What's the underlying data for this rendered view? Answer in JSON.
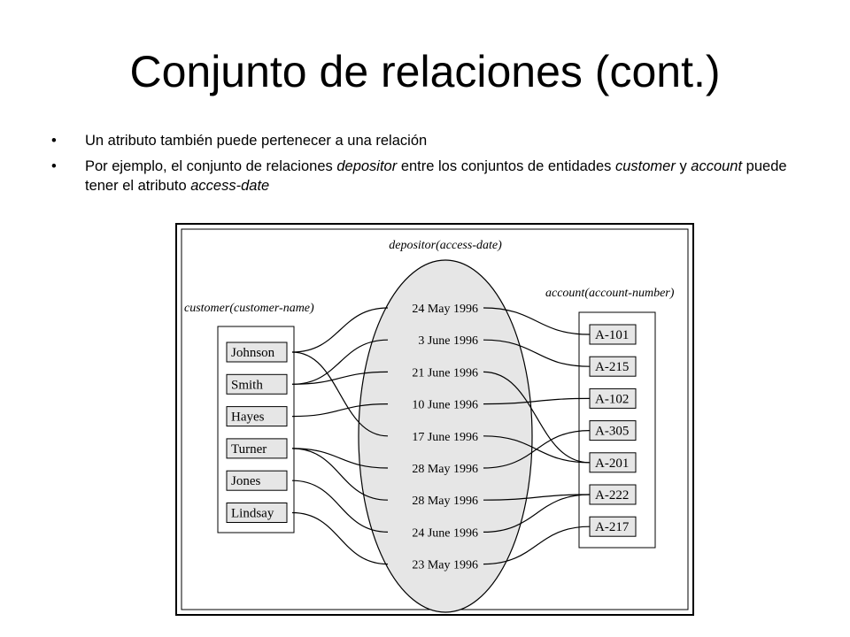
{
  "slide": {
    "title": "Conjunto de relaciones (cont.)",
    "bullets": [
      {
        "marker": "•",
        "parts": [
          "Un atributo también puede pertenecer a una relación"
        ]
      },
      {
        "marker": "•",
        "parts": [
          "Por ejemplo, el conjunto de relaciones ",
          "depositor",
          " entre los conjuntos de entidades ",
          "customer",
          " y ",
          "account",
          " puede tener el atributo ",
          "access-date"
        ]
      }
    ]
  },
  "figure": {
    "relationship_label": "depositor(access-date)",
    "left_set_label": "customer(customer-name)",
    "right_set_label": "account(account-number)",
    "customers": [
      "Johnson",
      "Smith",
      "Hayes",
      "Turner",
      "Jones",
      "Lindsay"
    ],
    "accounts": [
      "A-101",
      "A-215",
      "A-102",
      "A-305",
      "A-201",
      "A-222",
      "A-217"
    ],
    "relationships": [
      {
        "date": "24 May 1996",
        "customer": "Johnson",
        "account": "A-101"
      },
      {
        "date": "3 June 1996",
        "customer": "Smith",
        "account": "A-215"
      },
      {
        "date": "21 June 1996",
        "customer": "Smith",
        "account": "A-201"
      },
      {
        "date": "10 June 1996",
        "customer": "Hayes",
        "account": "A-102"
      },
      {
        "date": "17 June 1996",
        "customer": "Johnson",
        "account": "A-201"
      },
      {
        "date": "28 May 1996",
        "customer": "Turner",
        "account": "A-305"
      },
      {
        "date": "28 May 1996",
        "customer": "Turner",
        "account": "A-222"
      },
      {
        "date": "24 June 1996",
        "customer": "Jones",
        "account": "A-222"
      },
      {
        "date": "23 May 1996",
        "customer": "Lindsay",
        "account": "A-217"
      }
    ],
    "colors": {
      "ellipse_fill": "#e6e6e6",
      "box_fill": "#e6e6e6",
      "line": "#000000"
    }
  }
}
